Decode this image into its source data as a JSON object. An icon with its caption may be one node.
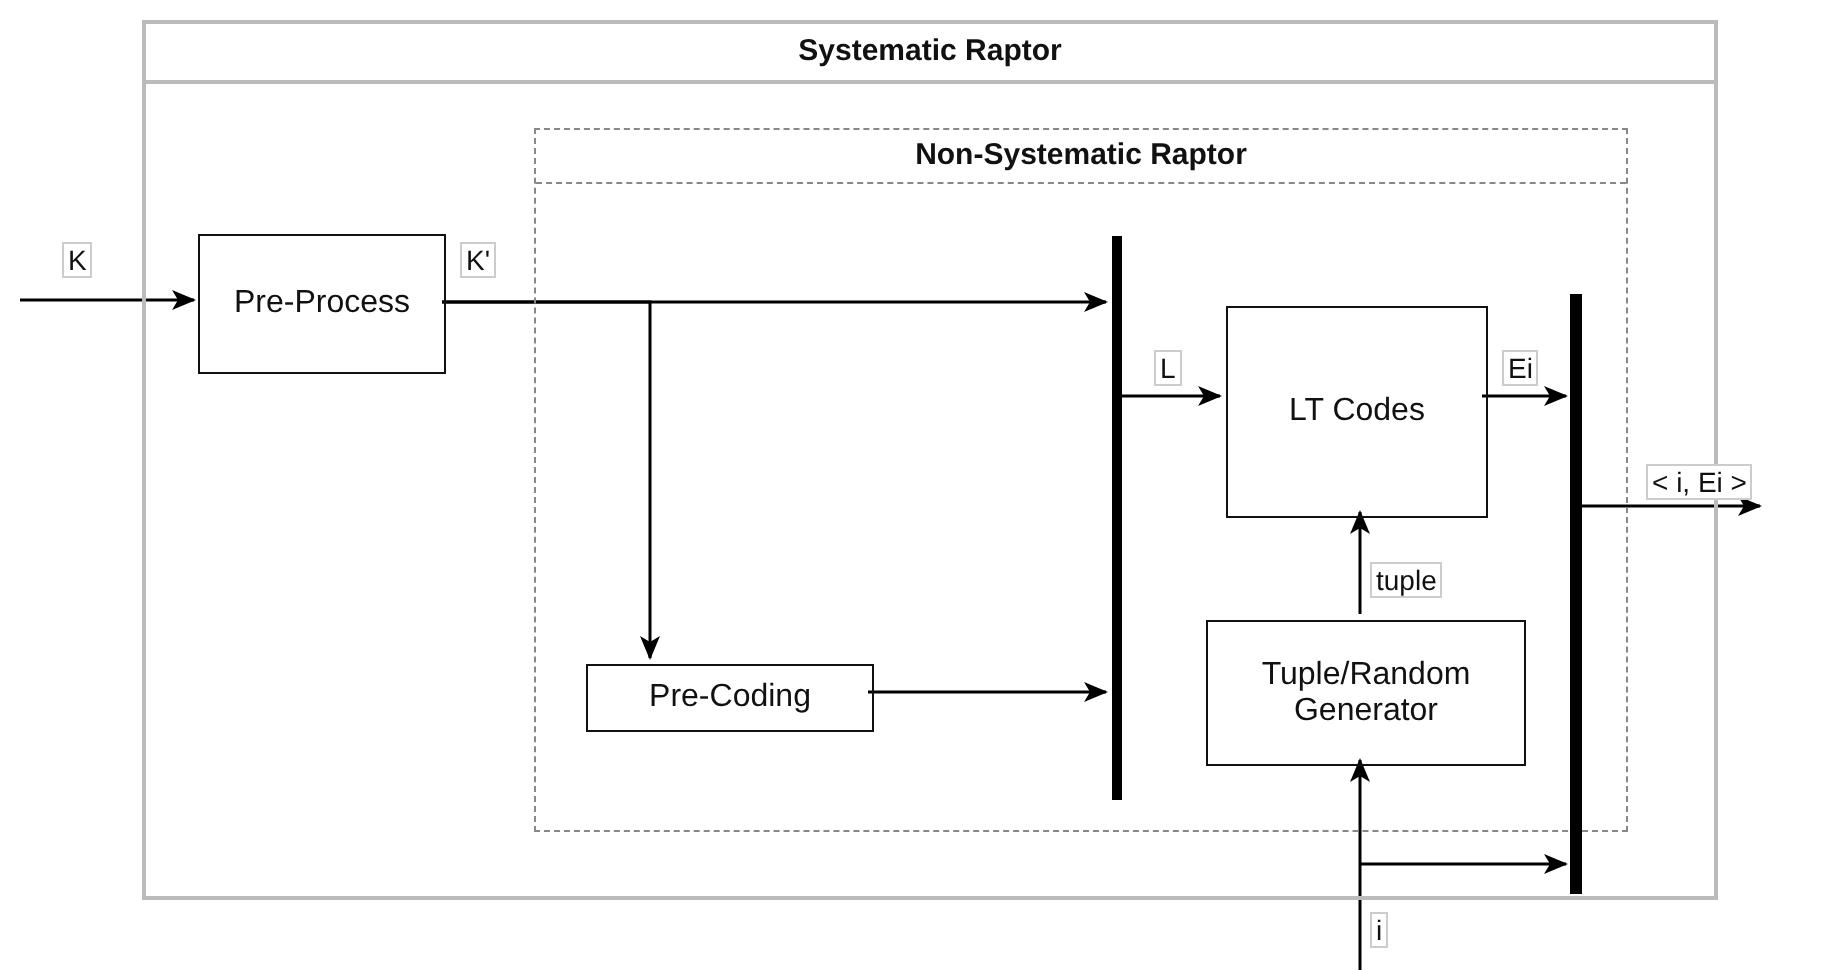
{
  "diagram": {
    "nodes": [
      {
        "text": [
          "Systematic Raptor"
        ]
      },
      {
        "text": [
          "Non-Systematic Raptor"
        ],
        "in": 0
      },
      {
        "text": [
          "Pre-Process"
        ],
        "in": 0
      },
      {
        "text": [
          "Pre-Coding"
        ],
        "in": 1
      },
      {
        "text": [
          "LT Codes"
        ],
        "in": 1
      },
      {
        "text": [
          "Tuple/Random Generator"
        ],
        "in": 1
      },
      {
        "text": [],
        "shape": "bar",
        "in": 1
      },
      {
        "text": [],
        "shape": "bar",
        "in": 0
      }
    ],
    "edges": [
      {
        "from": null,
        "to": 2,
        "arrow": "to",
        "label": "K"
      },
      {
        "from": 2,
        "to": 6,
        "arrow": "to",
        "label": "K'"
      },
      {
        "from": 2,
        "to": 3,
        "arrow": "to"
      },
      {
        "from": 3,
        "to": 6,
        "arrow": "to"
      },
      {
        "from": 6,
        "to": 4,
        "arrow": "to",
        "label": "L"
      },
      {
        "from": 4,
        "to": 7,
        "arrow": "to",
        "label": "Ei"
      },
      {
        "from": 7,
        "to": null,
        "arrow": "to",
        "label": "< i, Ei >"
      },
      {
        "from": 5,
        "to": 4,
        "arrow": "to",
        "label": "tuple"
      },
      {
        "from": null,
        "to": 5,
        "arrow": "to",
        "label": "i"
      },
      {
        "from": null,
        "to": 7,
        "arrow": "to"
      }
    ]
  }
}
